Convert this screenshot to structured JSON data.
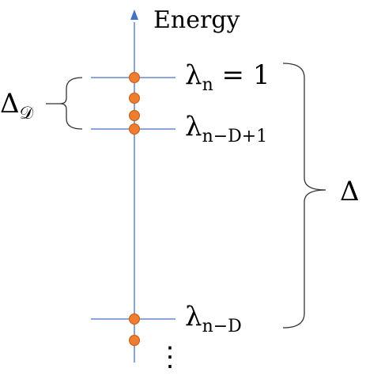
{
  "axis": {
    "label": "Energy",
    "color": "#4472c4"
  },
  "levels": [
    {
      "symbol": "λ",
      "subscript": "n",
      "suffix": " = 1"
    },
    {
      "symbol": "λ",
      "subscript": "n−D+1",
      "suffix": ""
    },
    {
      "symbol": "λ",
      "subscript": "n−D",
      "suffix": ""
    }
  ],
  "brackets": {
    "left": {
      "symbol": "Δ",
      "subscript": "𝒟"
    },
    "right": {
      "symbol": "Δ"
    }
  },
  "ellipsis": "⋮",
  "colors": {
    "dot_fill": "#ed7d31",
    "dot_stroke": "#c55a11",
    "line": "#4472c4",
    "bracket": "#333333"
  }
}
